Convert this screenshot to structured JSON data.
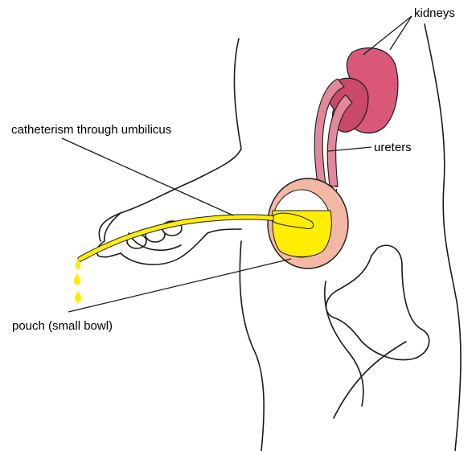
{
  "labels": {
    "kidneys": "kidneys",
    "catheterism": "catheterism through umbilicus",
    "ureters": "ureters",
    "pouch": "pouch (small bowl)"
  },
  "colors": {
    "kidney": "#d9587a",
    "kidney_dark": "#b83a5e",
    "ureter": "#e3889a",
    "pouch_outer": "#f2b8a4",
    "urine": "#ffee00",
    "catheter": "#ffee00",
    "outline": "#1a1a1a"
  }
}
